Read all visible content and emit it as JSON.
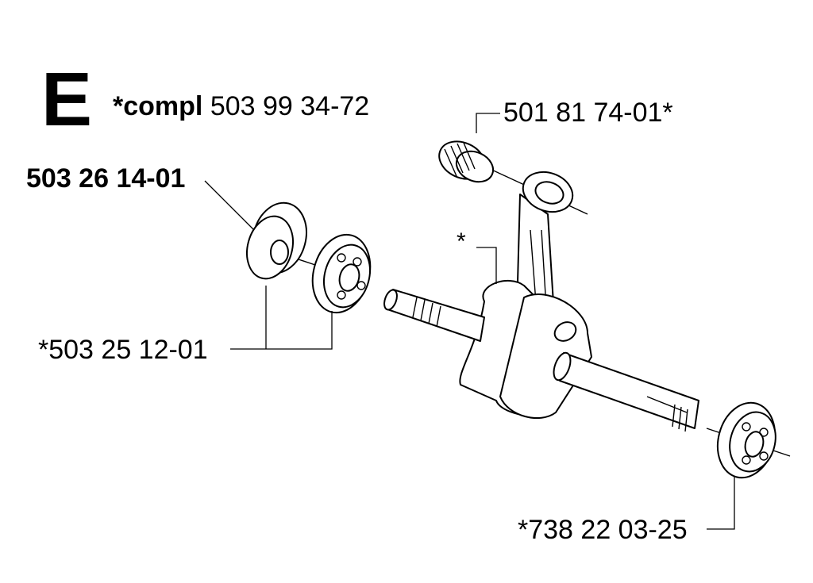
{
  "section": {
    "letter": "E"
  },
  "kit": {
    "prefix": "*compl",
    "number": "503 99 34-72"
  },
  "callouts": [
    {
      "id": "needle-bearing",
      "text": "501 81 74-01*",
      "bold": false
    },
    {
      "id": "seal",
      "text": "503 26 14-01",
      "bold": true
    },
    {
      "id": "crankshaft",
      "text": "*",
      "bold": false
    },
    {
      "id": "left-bearings",
      "text": "*503 25 12-01",
      "bold": false
    },
    {
      "id": "right-bearing",
      "text": "*738 22 03-25",
      "bold": false
    }
  ]
}
